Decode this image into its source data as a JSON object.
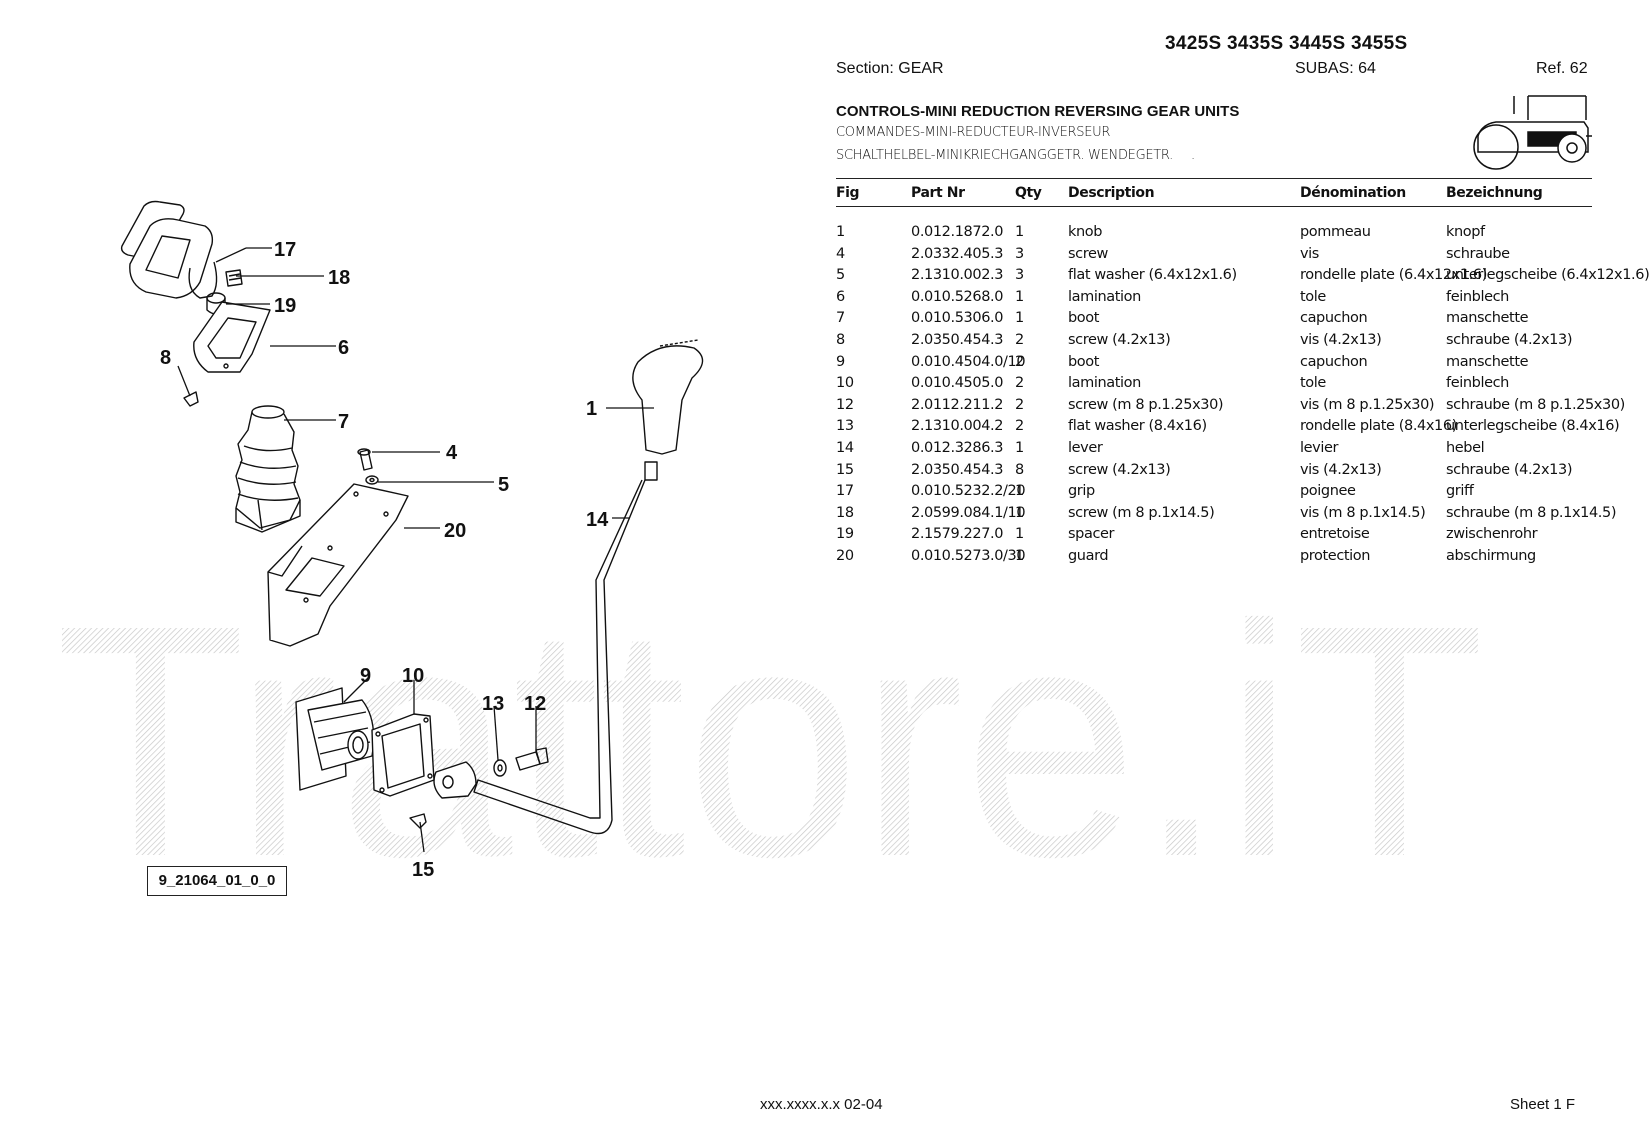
{
  "watermark": {
    "text": "Trattore.iT"
  },
  "header": {
    "models": "3425S 3435S 3445S 3455S",
    "section": "Section: GEAR",
    "subas": "SUBAS: 64",
    "ref": "Ref. 62"
  },
  "title": {
    "en": "CONTROLS-MINI REDUCTION REVERSING GEAR UNITS",
    "fr": "COMMANDES-MINI-REDUCTEUR-INVERSEUR",
    "de": "SCHALTHELBEL-MINIKRIECHGANGGETR. WENDEGETR.",
    "de_suffix": "."
  },
  "table": {
    "columns": [
      "Fig",
      "Part Nr",
      "Qty",
      "Description",
      "Dénomination",
      "Bezeichnung"
    ],
    "rows": [
      [
        "1",
        "0.012.1872.0",
        "1",
        "knob",
        "pommeau",
        "knopf"
      ],
      [
        "4",
        "2.0332.405.3",
        "3",
        "screw",
        "vis",
        "schraube"
      ],
      [
        "5",
        "2.1310.002.3",
        "3",
        "flat washer (6.4x12x1.6)",
        "rondelle plate (6.4x12x1.6)",
        "unterlegscheibe (6.4x12x1.6)"
      ],
      [
        "6",
        "0.010.5268.0",
        "1",
        "lamination",
        "tole",
        "feinblech"
      ],
      [
        "7",
        "0.010.5306.0",
        "1",
        "boot",
        "capuchon",
        "manschette"
      ],
      [
        "8",
        "2.0350.454.3",
        "2",
        "screw (4.2x13)",
        "vis (4.2x13)",
        "schraube (4.2x13)"
      ],
      [
        "9",
        "0.010.4504.0/10",
        "2",
        "boot",
        "capuchon",
        "manschette"
      ],
      [
        "10",
        "0.010.4505.0",
        "2",
        "lamination",
        "tole",
        "feinblech"
      ],
      [
        "12",
        "2.0112.211.2",
        "2",
        "screw (m 8 p.1.25x30)",
        "vis (m 8 p.1.25x30)",
        "schraube (m 8 p.1.25x30)"
      ],
      [
        "13",
        "2.1310.004.2",
        "2",
        "flat washer (8.4x16)",
        "rondelle plate (8.4x16)",
        "unterlegscheibe (8.4x16)"
      ],
      [
        "14",
        "0.012.3286.3",
        "1",
        "lever",
        "levier",
        "hebel"
      ],
      [
        "15",
        "2.0350.454.3",
        "8",
        "screw (4.2x13)",
        "vis (4.2x13)",
        "schraube (4.2x13)"
      ],
      [
        "17",
        "0.010.5232.2/20",
        "1",
        "grip",
        "poignee",
        "griff"
      ],
      [
        "18",
        "2.0599.084.1/10",
        "1",
        "screw (m 8 p.1x14.5)",
        "vis (m 8 p.1x14.5)",
        "schraube (m 8 p.1x14.5)"
      ],
      [
        "19",
        "2.1579.227.0",
        "1",
        "spacer",
        "entretoise",
        "zwischenrohr"
      ],
      [
        "20",
        "0.010.5273.0/30",
        "1",
        "guard",
        "protection",
        "abschirmung"
      ]
    ]
  },
  "diagram": {
    "callouts": [
      "17",
      "18",
      "19",
      "6",
      "8",
      "7",
      "4",
      "5",
      "20",
      "1",
      "14",
      "9",
      "10",
      "13",
      "12",
      "15"
    ],
    "figure_ref": "9_21064_01_0_0"
  },
  "footer": {
    "code": "xxx.xxxx.x.x  02-04",
    "sheet": "Sheet 1 F"
  },
  "icons": {
    "tractor": "tractor-icon"
  }
}
